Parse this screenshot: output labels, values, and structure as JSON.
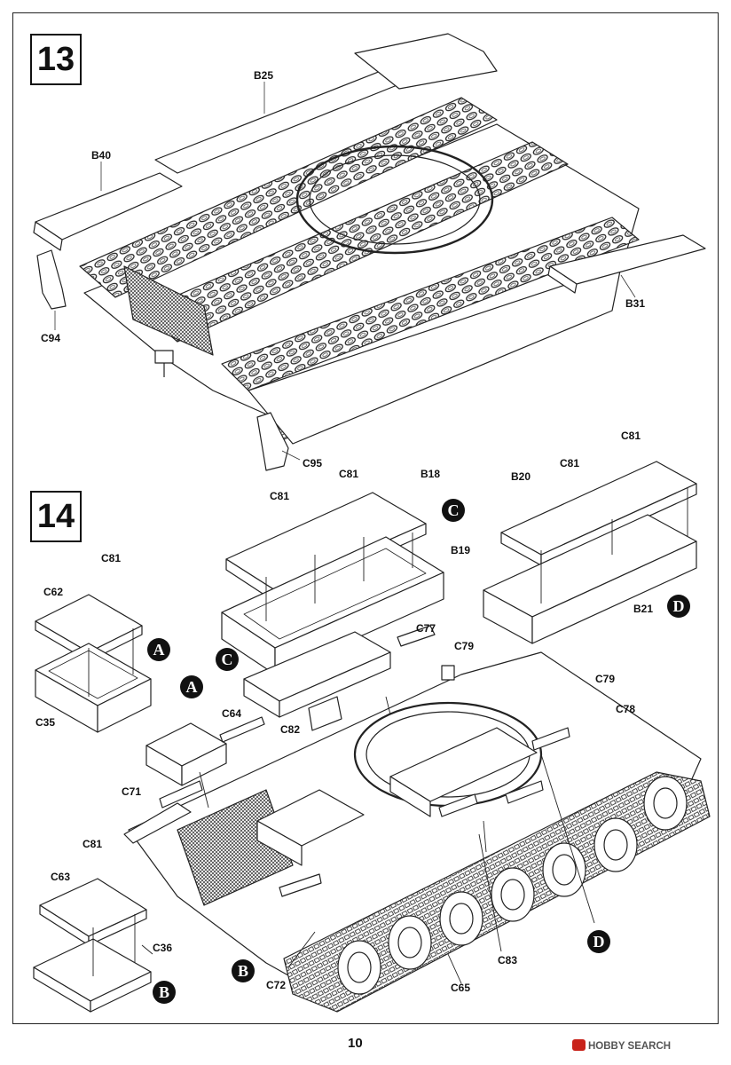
{
  "steps": [
    "13",
    "14"
  ],
  "labels": {
    "b25": "B25",
    "b40": "B40",
    "c94": "C94",
    "b31": "B31",
    "c95": "C95",
    "c81": "C81",
    "b18": "B18",
    "b19": "B19",
    "b20": "B20",
    "b21": "B21",
    "c62": "C62",
    "c35": "C35",
    "c64": "C64",
    "c82": "C82",
    "c77": "C77",
    "c79": "C79",
    "c78": "C78",
    "c71": "C71",
    "c63": "C63",
    "c36": "C36",
    "c72": "C72",
    "c65": "C65",
    "c83": "C83"
  },
  "markers": {
    "a": "A",
    "b": "B",
    "c": "C",
    "d": "D"
  },
  "page_number": "10",
  "watermark": "HOBBY SEARCH",
  "icons": [
    "hobby-search-logo-icon"
  ]
}
